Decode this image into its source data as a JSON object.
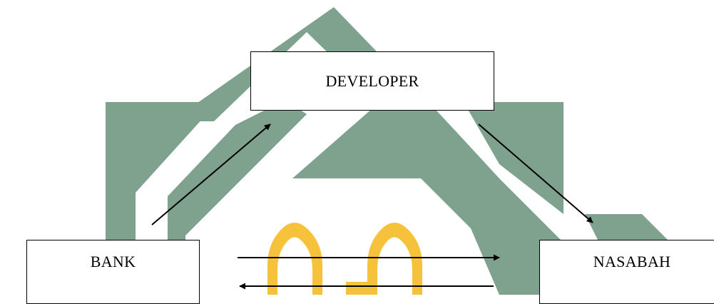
{
  "diagram": {
    "nodes": {
      "developer": "DEVELOPER",
      "bank": "BANK",
      "nasabah": "NASABAH"
    },
    "edges": [
      {
        "from": "bank",
        "to": "developer"
      },
      {
        "from": "developer",
        "to": "nasabah"
      },
      {
        "from": "bank",
        "to": "nasabah"
      },
      {
        "from": "nasabah",
        "to": "bank"
      }
    ]
  },
  "colors": {
    "watermark_green": "#7fa28f",
    "watermark_orange": "#f6c23c",
    "line": "#000000"
  }
}
